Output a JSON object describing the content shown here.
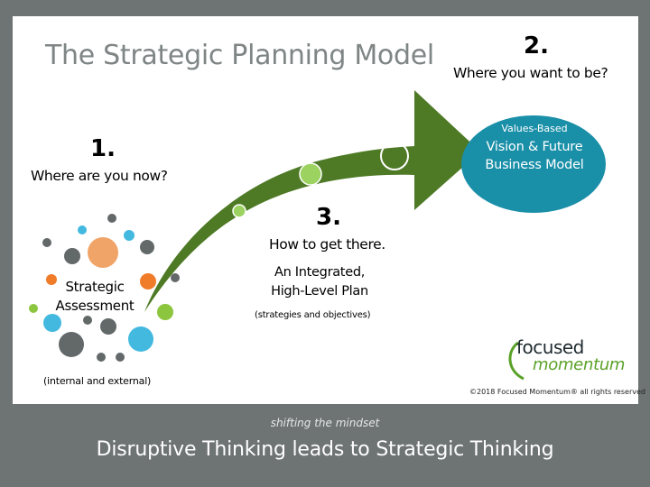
{
  "slide": {
    "title": "The Strategic Planning Model"
  },
  "step1": {
    "number": "1.",
    "question": "Where are you now?"
  },
  "step2": {
    "number": "2.",
    "question": "Where you want to be?"
  },
  "step3": {
    "number": "3.",
    "question": "How to get there."
  },
  "assessment": {
    "line1": "Strategic",
    "line2": "Assessment",
    "note": "(internal and external)"
  },
  "plan": {
    "line1": "An Integrated,",
    "line2": "High-Level Plan",
    "note": "(strategies and objectives)"
  },
  "vision": {
    "small": "Values-Based",
    "line1": "Vision & Future",
    "line2": "Business Model"
  },
  "logo": {
    "word1": "focused",
    "word2": "momentum"
  },
  "copyright": "©2018 Focused Momentum®  all rights reserved",
  "footer": {
    "tagline": "shifting the mindset",
    "headline": "Disruptive Thinking leads to Strategic Thinking"
  },
  "colors": {
    "arrow_green": "#4e7a26",
    "vision_teal": "#1a8fa8",
    "orange": "#f0a468",
    "light_blue": "#44b9e0",
    "dark_gray": "#636868",
    "lime": "#8cc63f",
    "footer_bg": "#6e7373"
  }
}
